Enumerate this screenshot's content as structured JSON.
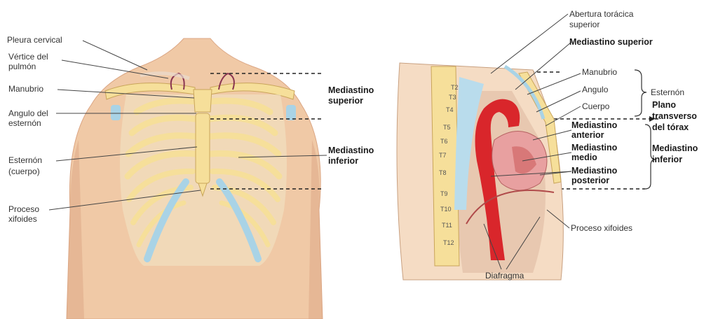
{
  "left_labels": {
    "pleura_cervical": "Pleura cervical",
    "vertice_line1": "Vértice del",
    "vertice_line2": "pulmón",
    "manubrio": "Manubrio",
    "angulo_line1": "Angulo del",
    "angulo_line2": "esternón",
    "esternon_line1": "Esternón",
    "esternon_line2": "(cuerpo)",
    "proceso_line1": "Proceso",
    "proceso_line2": "xifoides"
  },
  "center_labels": {
    "med_sup_line1": "Mediastino",
    "med_sup_line2": "superior",
    "med_inf_line1": "Mediastino",
    "med_inf_line2": "inferior"
  },
  "right_labels": {
    "abertura_line1": "Abertura torácica",
    "abertura_line2": "superior",
    "med_superior": "Mediastino superior",
    "manubrio": "Manubrio",
    "angulo": "Angulo",
    "cuerpo": "Cuerpo",
    "esternon": "Esternón",
    "plano_line1": "Plano",
    "plano_line2": "transverso",
    "plano_line3": "del tórax",
    "med_inf_line1": "Mediastino",
    "med_inf_line2": "inferior",
    "med_ant_line1": "Mediastino",
    "med_ant_line2": "anterior",
    "med_medio_line1": "Mediastino",
    "med_medio_line2": "medio",
    "med_post_line1": "Mediastino",
    "med_post_line2": "posterior",
    "proceso": "Proceso xifoides",
    "diafragma": "Diafragma"
  },
  "vertebrae": [
    "T2",
    "T3",
    "T4",
    "T5",
    "T6",
    "T7",
    "T8",
    "T9",
    "T10",
    "T11",
    "T12"
  ],
  "colors": {
    "skin": "#f0c9a6",
    "skin_shadow": "#dba684",
    "bone": "#f6df9a",
    "bone_edge": "#c9a55a",
    "cartilage": "#a9d3e6",
    "aorta": "#d9262b",
    "heart": "#e8a0a0",
    "dashed": "#222222"
  }
}
